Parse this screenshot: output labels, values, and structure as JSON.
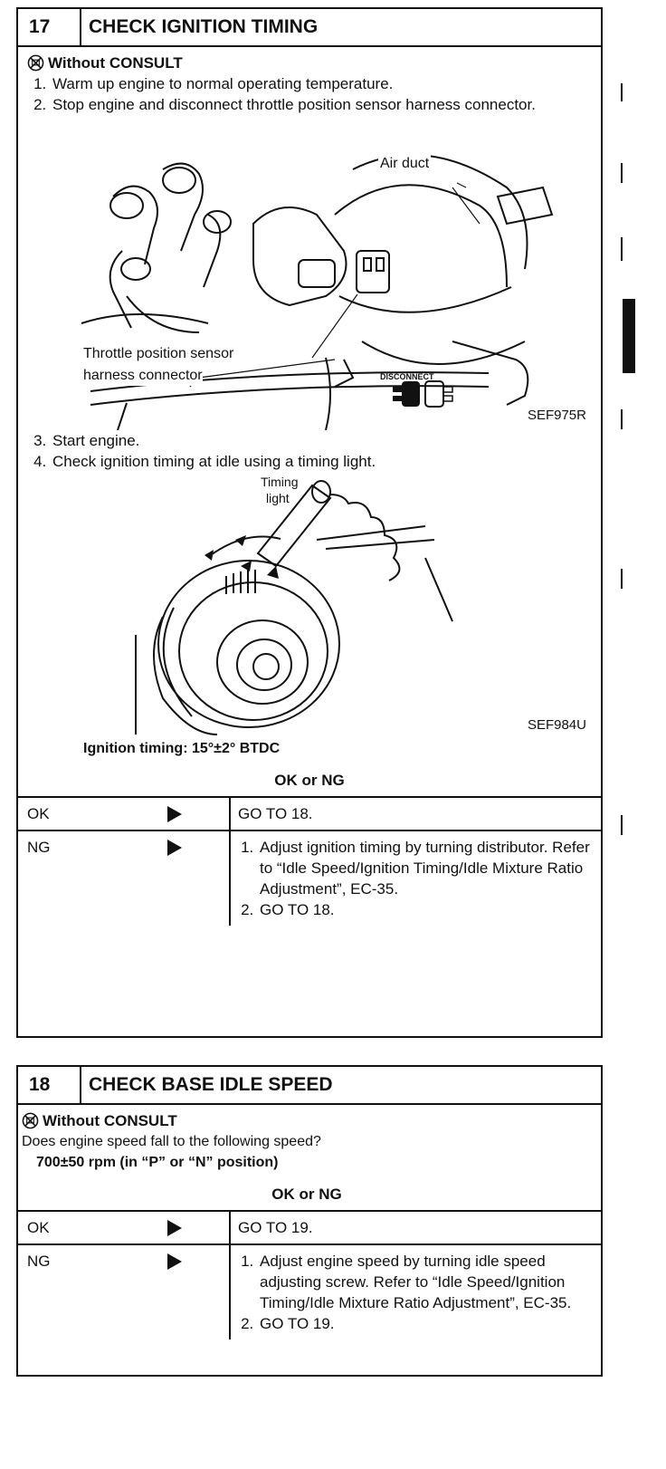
{
  "step17": {
    "num": "17",
    "title": "CHECK IGNITION TIMING",
    "condition": "Without CONSULT",
    "steps_a": [
      "Warm up engine to normal operating temperature.",
      "Stop engine and disconnect throttle position sensor harness connector."
    ],
    "fig1": {
      "label_air_duct": "Air duct",
      "label_tps_1": "Throttle position sensor",
      "label_tps_2": "harness connector",
      "label_disconnect": "DISCONNECT",
      "code": "SEF975R"
    },
    "steps_b": [
      "Start engine.",
      "Check ignition timing at idle using a timing light."
    ],
    "fig2": {
      "label_timing_1": "Timing",
      "label_timing_2": "light",
      "code": "SEF984U"
    },
    "spec": "Ignition timing: 15°±2° BTDC",
    "okng": "OK or NG",
    "ok_label": "OK",
    "ok_action": "GO TO 18.",
    "ng_label": "NG",
    "ng_actions": [
      "Adjust ignition timing by turning distributor. Refer to “Idle Speed/Ignition Timing/Idle Mixture Ratio Adjustment”, EC-35.",
      "GO TO 18."
    ]
  },
  "step18": {
    "num": "18",
    "title": "CHECK BASE IDLE SPEED",
    "condition": "Without CONSULT",
    "question": "Does engine speed fall to the following speed?",
    "spec": "700±50 rpm (in “P” or “N” position)",
    "okng": "OK or NG",
    "ok_label": "OK",
    "ok_action": "GO TO 19.",
    "ng_label": "NG",
    "ng_actions": [
      "Adjust engine speed by turning idle speed adjusting screw. Refer to “Idle Speed/Ignition Timing/Idle Mixture Ratio Adjustment”, EC-35.",
      "GO TO 19."
    ]
  }
}
